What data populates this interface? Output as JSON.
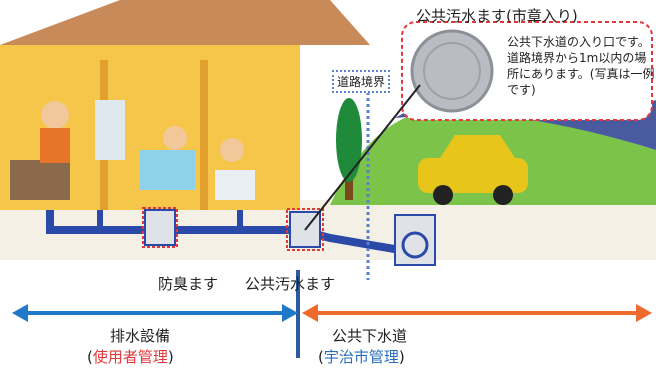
{
  "callout": {
    "title": "公共汚水ます(市章入り)",
    "description": "公共下水道の入り口です。道路境界から1m以内の場所にあります。(写真は一例です)"
  },
  "road_boundary_label": "道路境界",
  "labels": {
    "deodor_masu": "防臭ます",
    "public_sewage_masu": "公共汚水ます"
  },
  "sections": {
    "drainage": {
      "label": "排水設備",
      "manager_open": "(",
      "manager": "使用者管理",
      "manager_close": ")"
    },
    "public_sewer": {
      "label": "公共下水道",
      "manager_open": "(",
      "manager": "宇治市管理",
      "manager_close": ")"
    }
  },
  "colors": {
    "drainage_arrow": "#1f78c8",
    "sewer_arrow": "#ee6a2d",
    "user_mgmt_text": "#e2383a",
    "city_mgmt_text": "#2a6fbf",
    "callout_border": "#e2383a",
    "boundary_line": "#5a82c8"
  }
}
